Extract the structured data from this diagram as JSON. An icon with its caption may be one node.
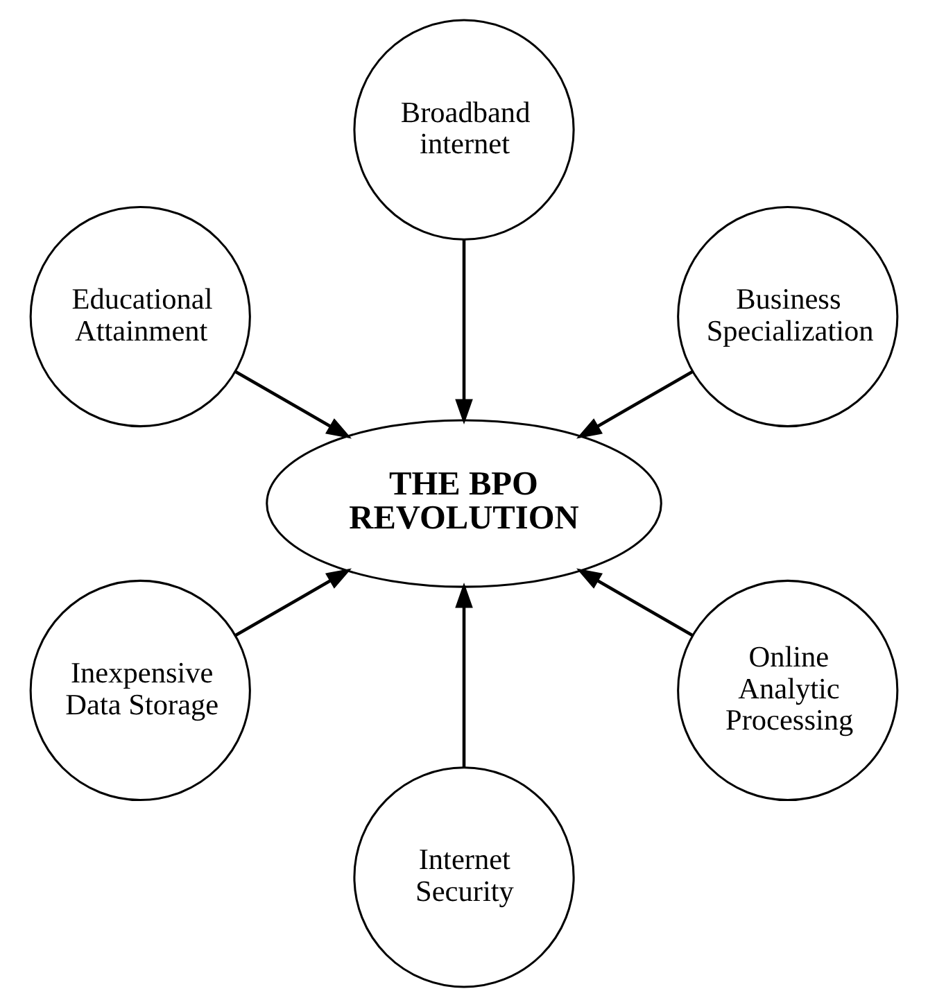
{
  "diagram": {
    "nodes": [
      {
        "text": [
          "Business Specialization"
        ]
      },
      {
        "text": [
          "Broadband internet"
        ]
      },
      {
        "text": [
          "Educational Attainment"
        ]
      },
      {
        "text": [
          "THE BPO REVOLUTION"
        ]
      },
      {
        "text": [
          "Inexpensive Data Storage"
        ]
      },
      {
        "text": [
          "Internet Security"
        ]
      },
      {
        "text": [
          "Online Analytic Processing"
        ]
      }
    ],
    "edges": [
      {
        "from": 0,
        "to": 3,
        "arrow": "to"
      },
      {
        "from": 1,
        "to": 3,
        "arrow": "to"
      },
      {
        "from": 2,
        "to": 3,
        "arrow": "to"
      },
      {
        "from": 4,
        "to": 3,
        "arrow": "to"
      },
      {
        "from": 5,
        "to": 3,
        "arrow": "to"
      },
      {
        "from": 6,
        "to": 3,
        "arrow": "to"
      }
    ]
  }
}
